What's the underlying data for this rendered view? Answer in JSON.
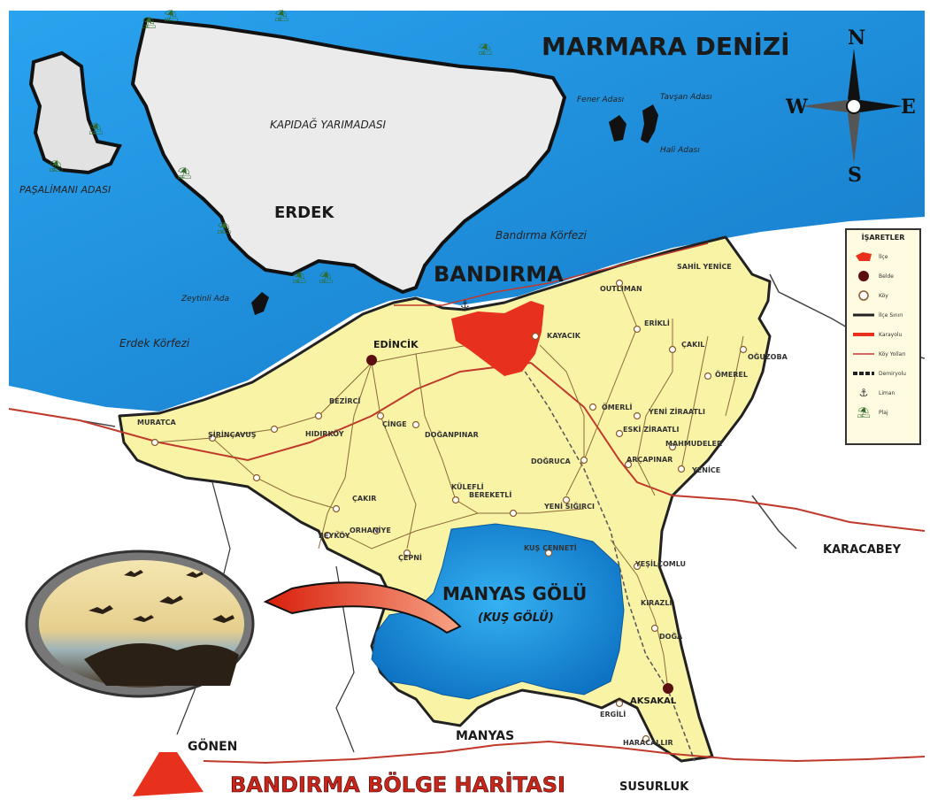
{
  "title": "BANDIRMA BÖLGE HARİTASI",
  "sea_label": "MARMARA DENİZİ",
  "compass": {
    "n": "N",
    "s": "S",
    "e": "E",
    "w": "W"
  },
  "water_labels": {
    "bandirma_korfezi": "Bandırma Körfezi",
    "erdek_korfezi": "Erdek Körfezi"
  },
  "peninsula": "KAPIDAĞ YARIMADASI",
  "islands": {
    "pasalimani": "PAŞALİMANI ADASI",
    "zeytinli": "Zeytinli Ada",
    "fener": "Fener Adası",
    "tavsan": "Tavşan Adası",
    "hali": "Hali Adası"
  },
  "lake": {
    "name": "MANYAS GÖLÜ",
    "alt": "(KUŞ GÖLÜ)",
    "park": "KUŞ CENNETİ"
  },
  "cities": {
    "bandirma": "BANDIRMA",
    "erdek": "ERDEK",
    "edincik": "EDİNCİK",
    "manyas": "MANYAS",
    "gonen": "GÖNEN",
    "susurluk": "SUSURLUK",
    "karacabey": "KARACABEY",
    "aksakal": "AKSAKAL"
  },
  "villages": [
    "SAHİL YENİCE",
    "OUTLIMAN",
    "KAYACIK",
    "ERİKLİ",
    "ÇAKIL",
    "OĞUZOBA",
    "ÖMEREL",
    "ÖMERLİ",
    "YENİ ZİRAATLI",
    "ESKİ ZİRAATLI",
    "MAHMUDELER",
    "ARÇAPINAR",
    "YENİCE",
    "DOĞRUCA",
    "YENİ SIĞIRCI",
    "BEREKETLİ",
    "KÜLEFLİ",
    "DOĞANPINAR",
    "ÇİNGE",
    "BEZİRCİ",
    "HIDIRKÖY",
    "MURATCA",
    "ŞİRİNÇAVUŞ",
    "ÇAKIR",
    "BEYKÖY",
    "ORHANİYE",
    "ÇEPNİ",
    "YEŞİLÇOMLU",
    "KIRAZLI",
    "DOĞA",
    "ERGİLİ",
    "HARACALLIR"
  ],
  "legend": {
    "title": "İŞARETLER",
    "items": [
      "İlçe",
      "Belde",
      "Köy",
      "İlçe Sınırı",
      "Karayolu",
      "Köy Yolları",
      "Demiryolu",
      "Liman",
      "Plaj"
    ]
  },
  "colors": {
    "sea": "#1b8fdc",
    "land": "#f9f3a6",
    "peninsula": "#ececec",
    "district": "#e8311d",
    "highway": "#c0392b",
    "railway": "#666666"
  }
}
